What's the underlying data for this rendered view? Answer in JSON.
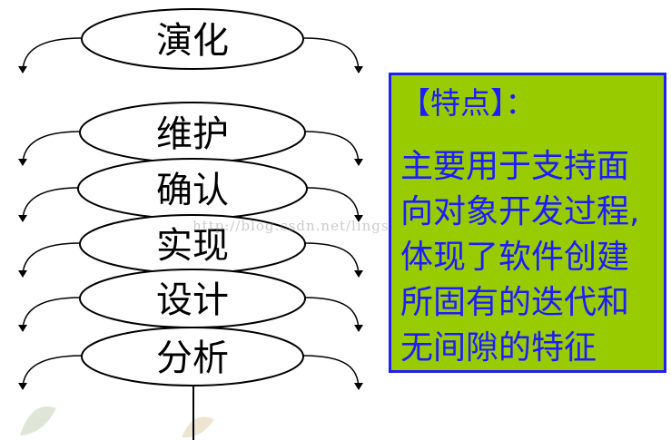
{
  "diagram": {
    "stages": [
      {
        "id": "evolution",
        "label": "演化"
      },
      {
        "id": "maintenance",
        "label": "维护"
      },
      {
        "id": "confirmation",
        "label": "确认"
      },
      {
        "id": "implementation",
        "label": "实现"
      },
      {
        "id": "design",
        "label": "设计"
      },
      {
        "id": "analysis",
        "label": "分析"
      }
    ],
    "line_color": "#000000"
  },
  "watermark": {
    "text": "http://blog.csdn.net/lingshanda"
  },
  "features_panel": {
    "title": "【特点】：",
    "lines": [
      "主要用于支持面",
      "向对象开发过程,",
      "体现了软件创建",
      "所固有的迭代和",
      "无间隙的特征"
    ],
    "background": "#99cc00",
    "border_color": "#2020ee",
    "text_color": "#1c1cff"
  }
}
